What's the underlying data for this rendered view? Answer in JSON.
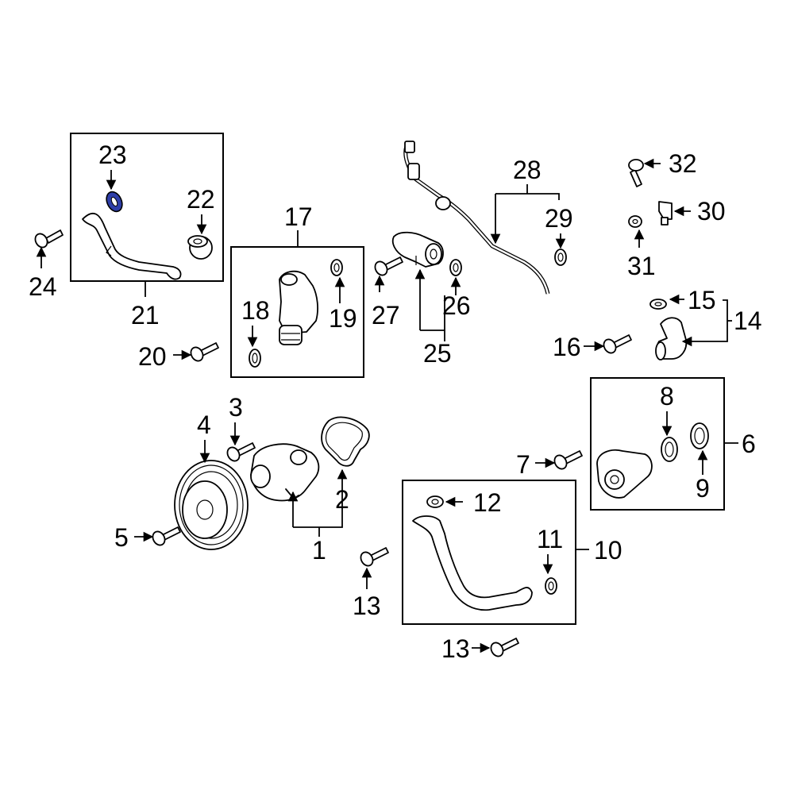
{
  "callouts": {
    "c1": "1",
    "c2": "2",
    "c3": "3",
    "c4": "4",
    "c5": "5",
    "c6": "6",
    "c7": "7",
    "c8": "8",
    "c9": "9",
    "c10": "10",
    "c11": "11",
    "c12": "12",
    "c13a": "13",
    "c13b": "13",
    "c14": "14",
    "c15": "15",
    "c16": "16",
    "c17": "17",
    "c18": "18",
    "c19": "19",
    "c20": "20",
    "c21": "21",
    "c22": "22",
    "c23": "23",
    "c24": "24",
    "c25": "25",
    "c26": "26",
    "c27": "27",
    "c28": "28",
    "c29": "29",
    "c30": "30",
    "c31": "31",
    "c32": "32"
  },
  "highlighted_part": "23",
  "colors": {
    "highlight": "#2e3ea8",
    "line": "#000000",
    "background": "#ffffff"
  }
}
